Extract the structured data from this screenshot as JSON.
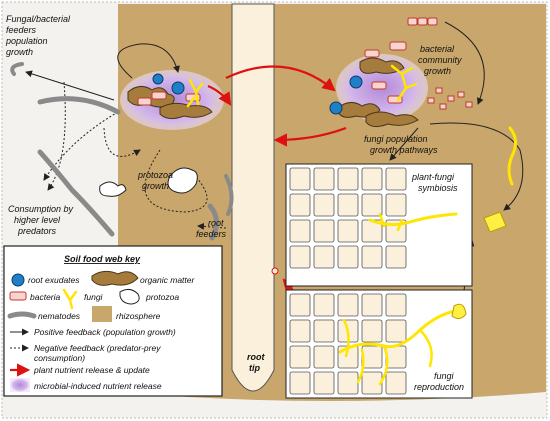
{
  "labels": {
    "fungal_bacterial_feeders": [
      "Fungal/bacterial",
      "feeders",
      "population",
      "growth"
    ],
    "consumption_predators": [
      "Consumption by",
      "higher level",
      "predators"
    ],
    "protozoa_growth": [
      "protozoa",
      "growth"
    ],
    "root_feeders": [
      "root",
      "feeders"
    ],
    "bacterial_community_growth": [
      "bacterial",
      "community",
      "growth"
    ],
    "fungi_population_pathways": [
      "fungi population",
      "growth pathways"
    ],
    "plant_fungi_symbiosis": [
      "plant-fungi",
      "symbiosis"
    ],
    "fungi_reproduction": [
      "fungi",
      "reproduction"
    ],
    "root_tip": [
      "root",
      "tip"
    ]
  },
  "key": {
    "title": "Soil food web key",
    "root_exudates": "root exudates",
    "organic_matter": "organic matter",
    "bacteria": "bacteria",
    "fungi": "fungi",
    "protozoa": "protozoa",
    "nematodes": "nematodes",
    "rhizosphere": "rhizosphere",
    "positive_feedback": "Positive feedback (population growth)",
    "negative_feedback_1": "Negative feedback (predator-prey",
    "negative_feedback_2": "consumption)",
    "plant_nutrient_release": "plant nutrient release & update",
    "microbial_release": "microbial-induced nutrient release"
  },
  "colors": {
    "rhizosphere": "#c9a66b",
    "organic_matter": "#a67c3d",
    "root": "#fbf0dc",
    "root_exudate": "#1f7fc9",
    "bacteria_fill": "#f7d4d0",
    "bacteria_stroke": "#c0392b",
    "fungi": "#ffee44",
    "nematode": "#999999",
    "microbial_glow": "#c9a3e0",
    "nutrient_arrow": "#dd1111"
  }
}
